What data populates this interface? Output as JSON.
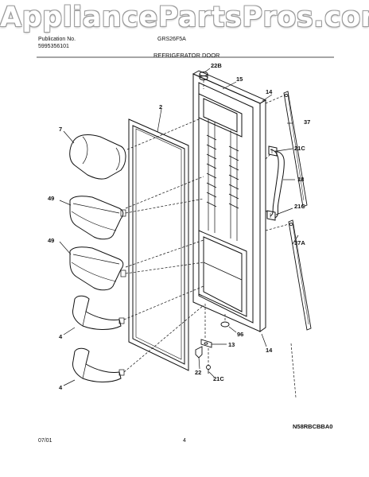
{
  "watermark": "AppliancePartsPros.com",
  "header": {
    "publication_label": "Publication No.",
    "publication_number": "5995356101",
    "model": "GRS26F5A",
    "section_title": "REFRIGERATOR DOOR"
  },
  "footer": {
    "date": "07/01",
    "page_number": "4",
    "diagram_code": "N58RBCBBA0"
  },
  "callouts": {
    "c22B": "22B",
    "c15": "15",
    "c14a": "14",
    "c2": "2",
    "c37": "37",
    "c7": "7",
    "c21Ca": "21C",
    "c18": "18",
    "c49a": "49",
    "c21Cb": "21C",
    "c49b": "49",
    "c37A": "37A",
    "c4a": "4",
    "c96": "96",
    "c13": "13",
    "c14b": "14",
    "c22": "22",
    "c21Cc": "21C",
    "c4b": "4"
  }
}
